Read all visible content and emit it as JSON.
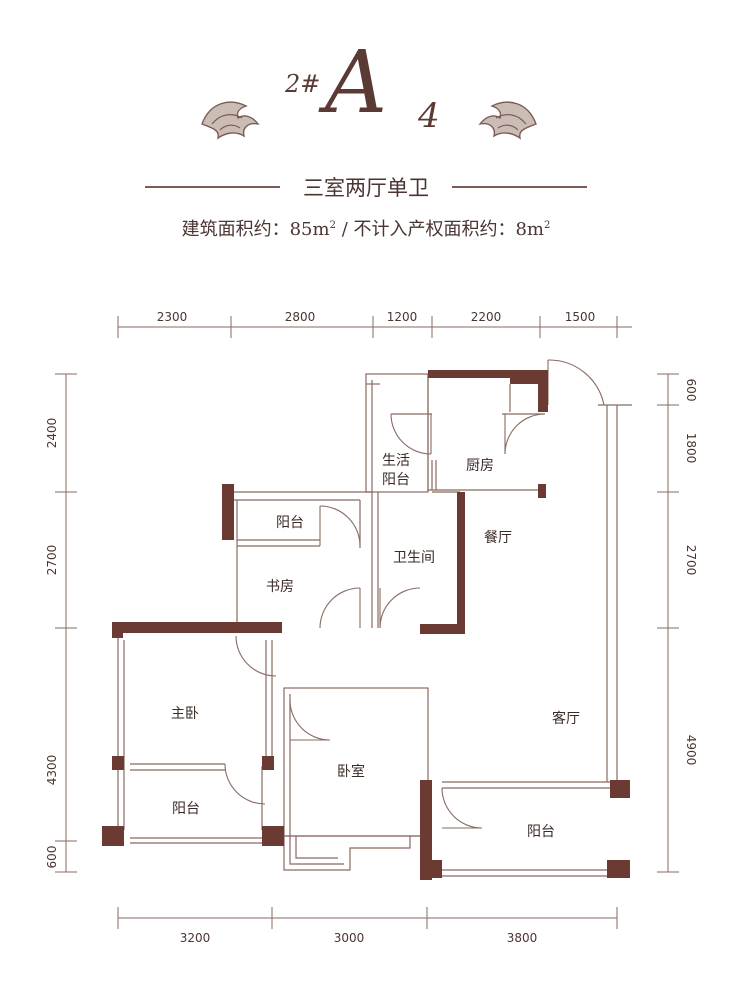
{
  "header": {
    "unit": "2#",
    "type_letter": "A",
    "type_number": "4",
    "layout": "三室两厅单卫",
    "area_label": "建筑面积约：85m",
    "area_sup": "2",
    "area_sep": " / ",
    "extra_label": "不计入产权面积约：8m",
    "extra_sup": "2"
  },
  "dimensions": {
    "top": [
      "2300",
      "2800",
      "1200",
      "2200",
      "1500"
    ],
    "bottom": [
      "3200",
      "3000",
      "3800"
    ],
    "left": [
      "2400",
      "2700",
      "4300",
      "600"
    ],
    "right": [
      "600",
      "1800",
      "2700",
      "4900"
    ]
  },
  "rooms": {
    "kitchen": "厨房",
    "utility_balcony_1": "生活",
    "utility_balcony_2": "阳台",
    "bathroom": "卫生间",
    "dining": "餐厅",
    "study_balcony": "阳台",
    "study": "书房",
    "master_bedroom": "主卧",
    "master_balcony": "阳台",
    "bedroom": "卧室",
    "living": "客厅",
    "living_balcony": "阳台"
  },
  "colors": {
    "wall": "#6b3a33",
    "line": "#8a6a62",
    "text": "#3a2a26"
  }
}
